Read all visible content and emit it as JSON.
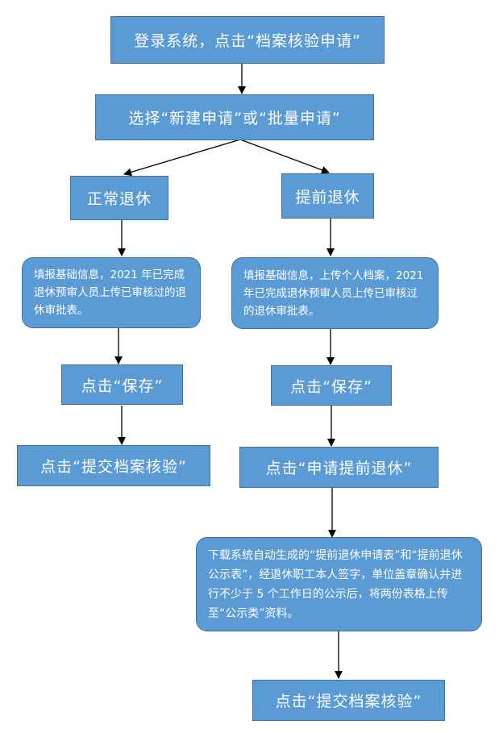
{
  "diagram": {
    "nodes": {
      "login": "登录系统，点击“档案核验申请”",
      "choose": "选择“新建申请”或“批量申请”",
      "normal": "正常退休",
      "early": "提前退休",
      "normal_fill": "填报基础信息，2021 年已完成退休预审人员上传已审核过的退休审批表。",
      "early_fill": "填报基础信息，上传个人档案，2021 年已完成退休预审人员上传已审核过的退休审批表。",
      "normal_save": "点击“保存”",
      "early_save": "点击“保存”",
      "normal_submit": "点击“提交档案核验”",
      "early_apply": "点击“申请提前退休”",
      "early_download": "下载系统自动生成的“提前退休申请表”和“提前退休公示表”，经退休职工本人签字，单位盖章确认并进行不少于 5 个工作日的公示后，将两份表格上传至“公示类”资料。",
      "early_submit": "点击“提交档案核验”"
    },
    "edges": [
      [
        "login",
        "choose"
      ],
      [
        "choose",
        "normal"
      ],
      [
        "choose",
        "early"
      ],
      [
        "normal",
        "normal_fill"
      ],
      [
        "normal_fill",
        "normal_save"
      ],
      [
        "normal_save",
        "normal_submit"
      ],
      [
        "early",
        "early_fill"
      ],
      [
        "early_fill",
        "early_save"
      ],
      [
        "early_save",
        "early_apply"
      ],
      [
        "early_apply",
        "early_download"
      ],
      [
        "early_download",
        "early_submit"
      ]
    ],
    "colors": {
      "box_fill": "#5b9bd5",
      "box_border": "#41719c",
      "text": "#ffffff",
      "arrow": "#000000"
    }
  }
}
